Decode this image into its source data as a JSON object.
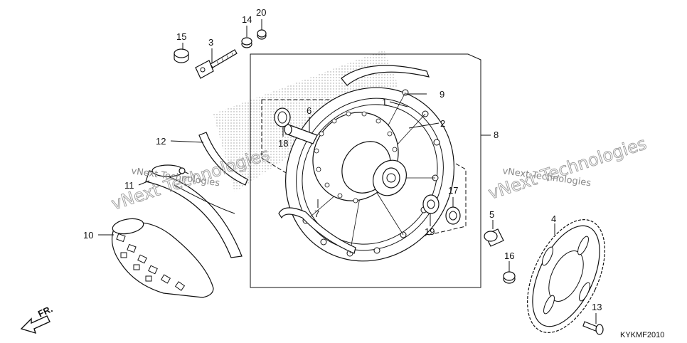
{
  "diagram_code": "KYKMF2010",
  "direction_label": "FR.",
  "watermarks": [
    {
      "id": "wm-left-1",
      "text": "vNext Technologies"
    },
    {
      "id": "wm-left-2",
      "text": "vNext Technologies"
    },
    {
      "id": "wm-right-1",
      "text": "vNext Technologies"
    },
    {
      "id": "wm-right-2",
      "text": "vNext Technologies"
    }
  ],
  "callouts": [
    {
      "id": "1",
      "text": "1"
    },
    {
      "id": "2",
      "text": "2"
    },
    {
      "id": "3",
      "text": "3"
    },
    {
      "id": "4",
      "text": "4"
    },
    {
      "id": "5",
      "text": "5"
    },
    {
      "id": "6",
      "text": "6"
    },
    {
      "id": "7",
      "text": "7"
    },
    {
      "id": "8",
      "text": "8"
    },
    {
      "id": "9",
      "text": "9"
    },
    {
      "id": "10",
      "text": "10"
    },
    {
      "id": "11",
      "text": "11"
    },
    {
      "id": "12",
      "text": "12"
    },
    {
      "id": "13",
      "text": "13"
    },
    {
      "id": "14",
      "text": "14"
    },
    {
      "id": "15",
      "text": "15"
    },
    {
      "id": "16",
      "text": "16"
    },
    {
      "id": "17",
      "text": "17"
    },
    {
      "id": "18",
      "text": "18"
    },
    {
      "id": "19",
      "text": "19"
    },
    {
      "id": "20",
      "text": "20"
    }
  ],
  "colors": {
    "ink": "#111111",
    "watermark": "#9a9a9a",
    "stipple": "#7a7a7a"
  }
}
